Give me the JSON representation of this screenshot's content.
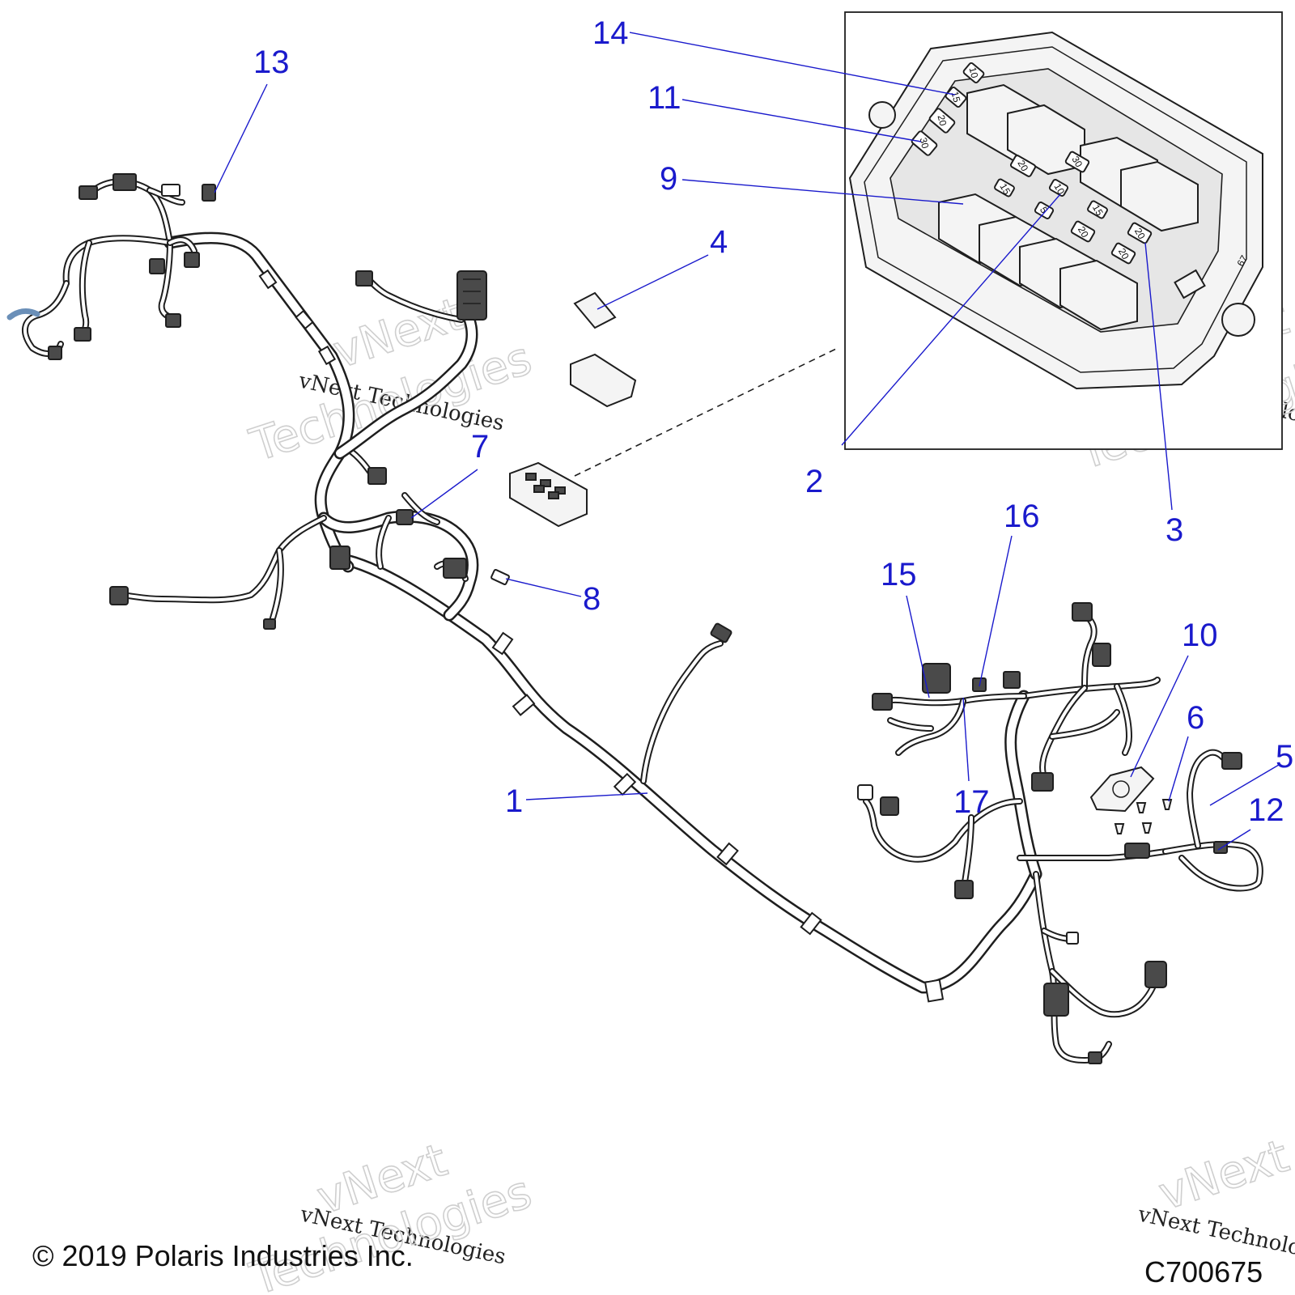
{
  "callouts": [
    {
      "id": "1",
      "label": "1"
    },
    {
      "id": "2",
      "label": "2"
    },
    {
      "id": "3",
      "label": "3"
    },
    {
      "id": "4",
      "label": "4"
    },
    {
      "id": "5",
      "label": "5"
    },
    {
      "id": "6",
      "label": "6"
    },
    {
      "id": "7",
      "label": "7"
    },
    {
      "id": "8",
      "label": "8"
    },
    {
      "id": "9",
      "label": "9"
    },
    {
      "id": "10",
      "label": "10"
    },
    {
      "id": "11",
      "label": "11"
    },
    {
      "id": "12",
      "label": "12"
    },
    {
      "id": "13",
      "label": "13"
    },
    {
      "id": "14",
      "label": "14"
    },
    {
      "id": "15",
      "label": "15"
    },
    {
      "id": "16",
      "label": "16"
    },
    {
      "id": "17",
      "label": "17"
    }
  ],
  "fuse_labels": {
    "f10a": "10",
    "f15a": "15",
    "f20a": "20",
    "f30a": "30",
    "f20b": "20",
    "f15b": "15",
    "f10b": "10",
    "f5": "5",
    "f15c": "15",
    "f30b": "30",
    "f20c": "20",
    "f20d": "20",
    "f20e": "20",
    "box_number": "67"
  },
  "watermark": {
    "line1": "vNext",
    "line2": "vNext Technologies",
    "line3": "Technologies"
  },
  "footer": {
    "copyright": "© 2019 Polaris Industries Inc.",
    "code": "C700675"
  },
  "colors": {
    "callout": "#1a1acc",
    "line": "#1e1e1e"
  }
}
